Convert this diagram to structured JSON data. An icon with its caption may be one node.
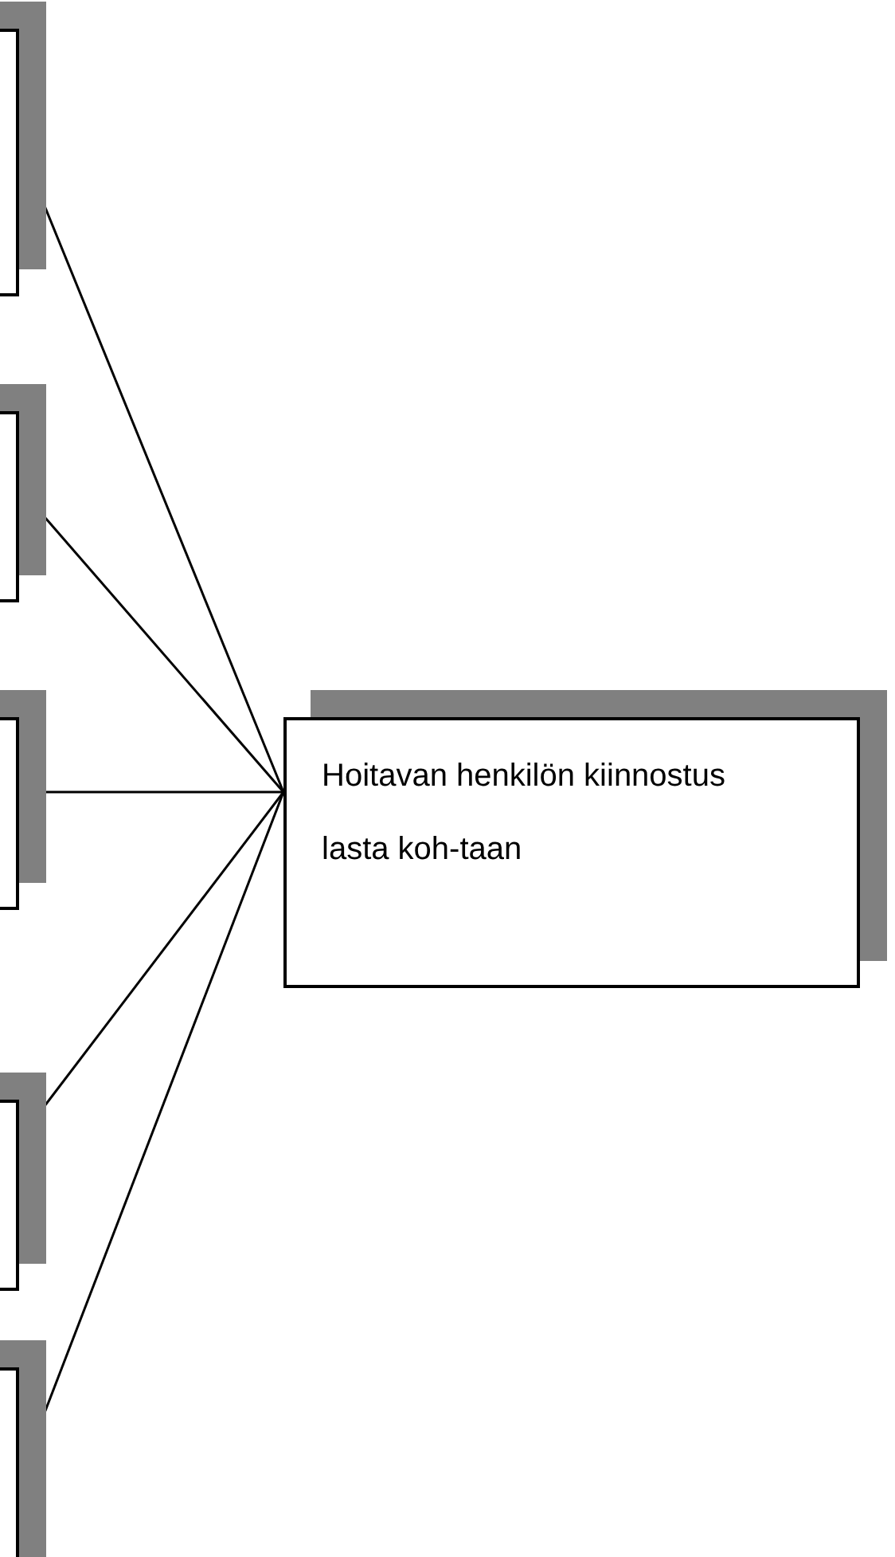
{
  "diagram": {
    "nodes": [
      {
        "text": [],
        "shape": "box"
      },
      {
        "text": [],
        "shape": "box"
      },
      {
        "text": [],
        "shape": "box"
      },
      {
        "text": [],
        "shape": "box"
      },
      {
        "text": [],
        "shape": "box"
      },
      {
        "text": [
          "Hoitavan henkilön kiinnostus lasta koh-taan"
        ]
      }
    ],
    "edges": [
      {
        "from": 0,
        "to": 5,
        "arrow": "none"
      },
      {
        "from": 1,
        "to": 5,
        "arrow": "none"
      },
      {
        "from": 2,
        "to": 5,
        "arrow": "none"
      },
      {
        "from": 3,
        "to": 5,
        "arrow": "none"
      },
      {
        "from": 4,
        "to": 5,
        "arrow": "none"
      }
    ]
  }
}
